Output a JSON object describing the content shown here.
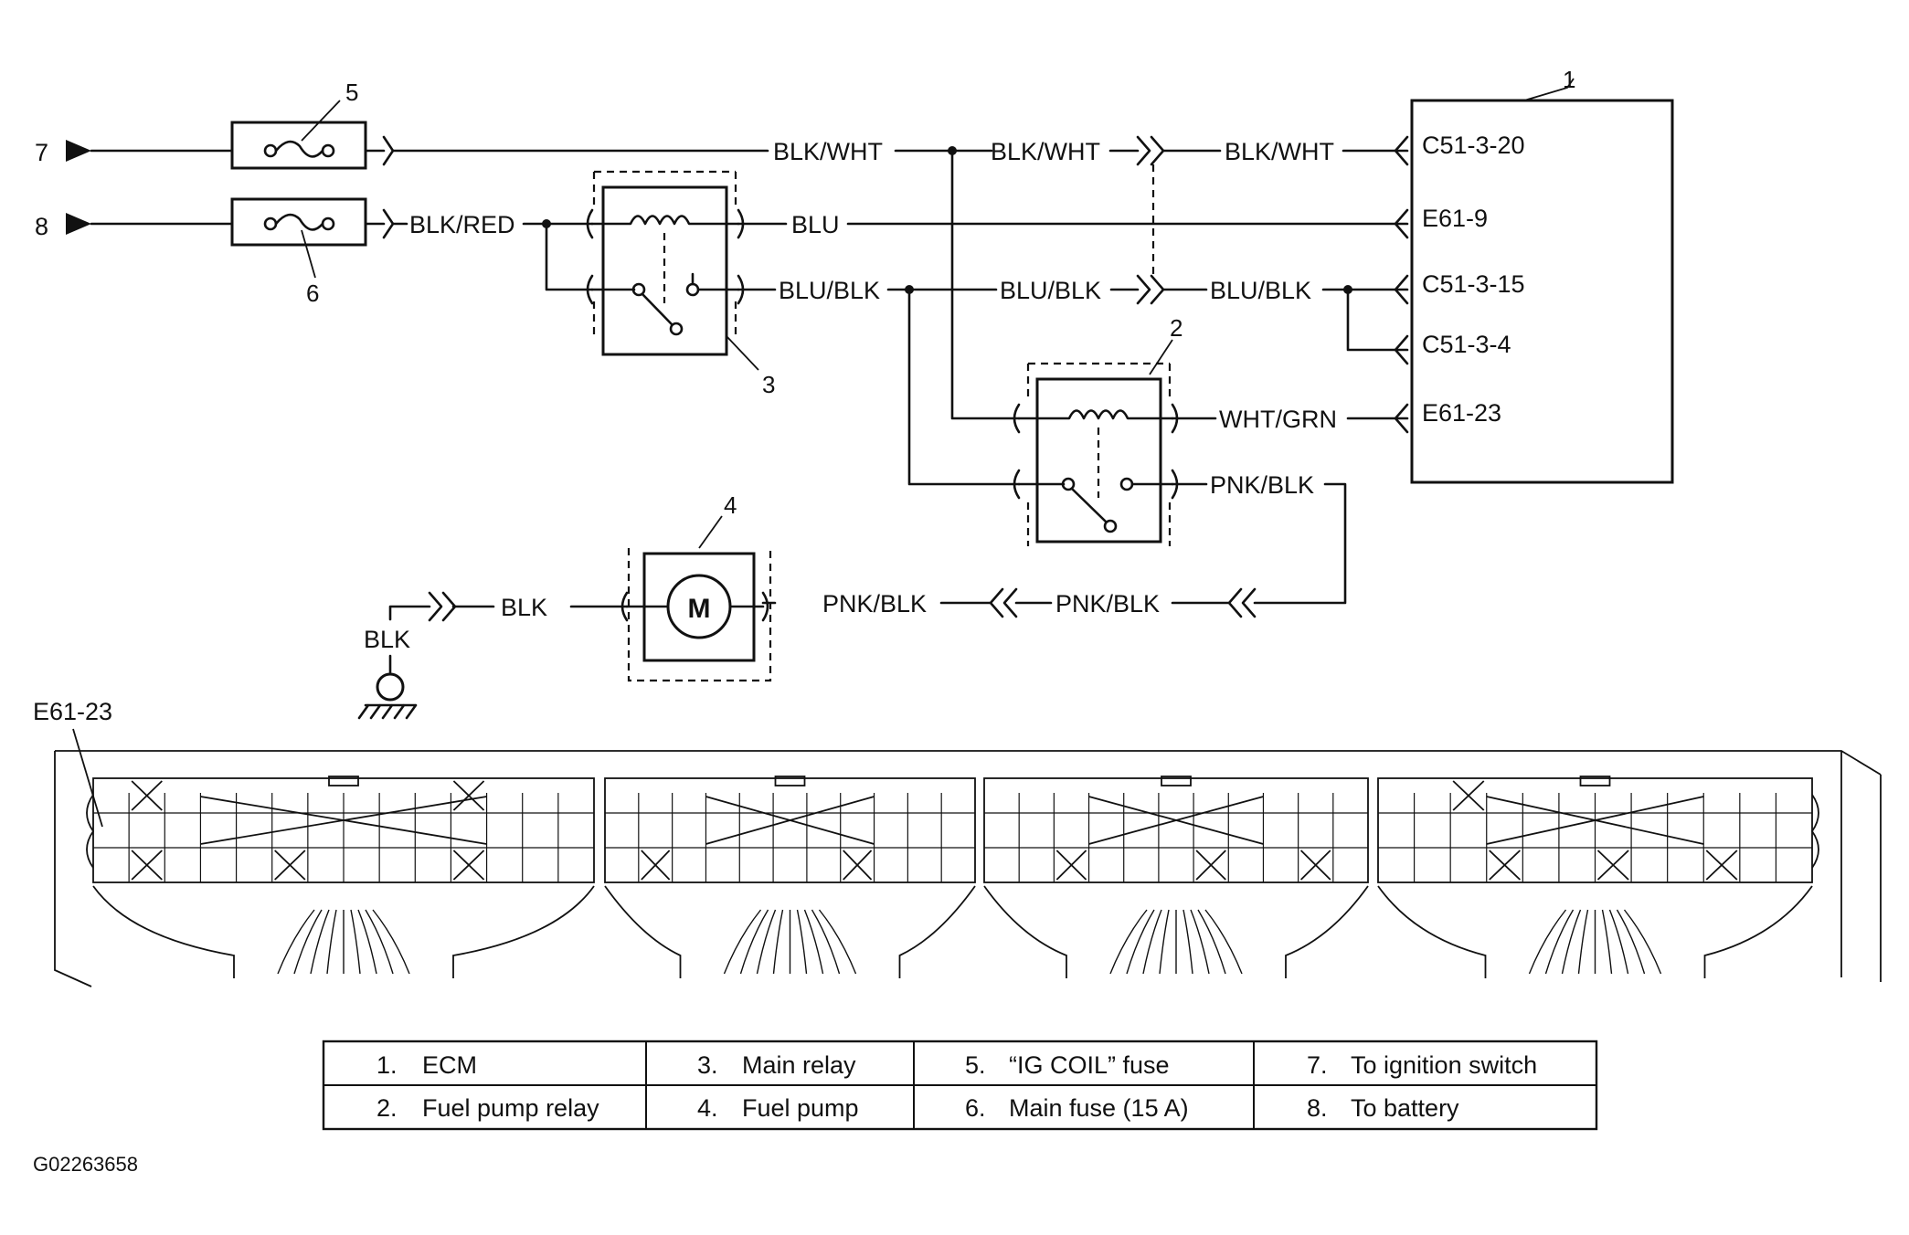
{
  "terminals": {
    "in7": "7",
    "in8": "8"
  },
  "callouts": {
    "c1": "1",
    "c2": "2",
    "c3": "3",
    "c4": "4",
    "c5": "5",
    "c6": "6"
  },
  "wires": {
    "w_blk_wht_a": "BLK/WHT",
    "w_blk_wht_b": "BLK/WHT",
    "w_blk_wht_c": "BLK/WHT",
    "w_blk_red": "BLK/RED",
    "w_blu": "BLU",
    "w_blu_blk_a": "BLU/BLK",
    "w_blu_blk_b": "BLU/BLK",
    "w_blu_blk_c": "BLU/BLK",
    "w_wht_grn": "WHT/GRN",
    "w_pnk_blk_a": "PNK/BLK",
    "w_pnk_blk_b": "PNK/BLK",
    "w_pnk_blk_c": "PNK/BLK",
    "w_blk_a": "BLK",
    "w_blk_ground": "BLK"
  },
  "ecm_pins": {
    "p1": "C51-3-20",
    "p2": "E61-9",
    "p3": "C51-3-15",
    "p4": "C51-3-4",
    "p5": "E61-23"
  },
  "motor_symbol": "M",
  "connector_label": "E61-23",
  "legend": [
    [
      "1.",
      "ECM",
      "3.",
      "Main relay",
      "5.",
      "“IG COIL” fuse",
      "7.",
      "To ignition switch"
    ],
    [
      "2.",
      "Fuel pump relay",
      "4.",
      "Fuel pump",
      "6.",
      "Main fuse (15 A)",
      "8.",
      "To battery"
    ]
  ],
  "figure_code": "G02263658"
}
